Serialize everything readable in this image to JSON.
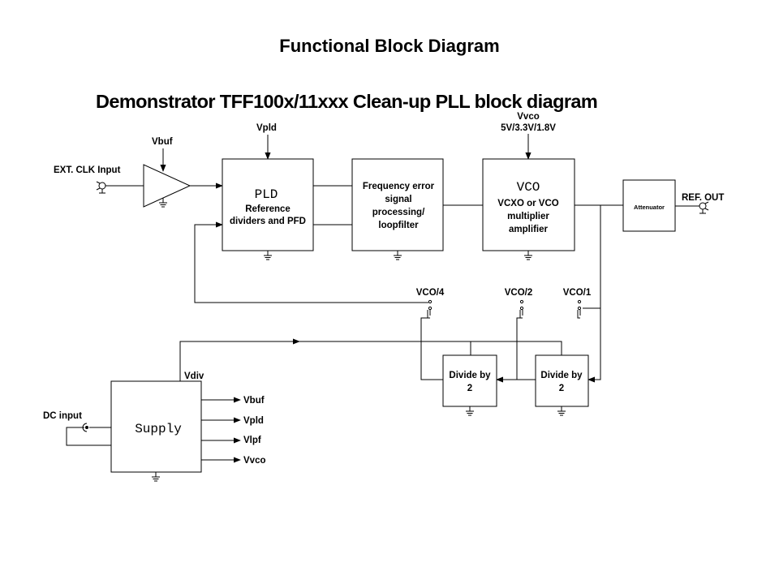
{
  "title": "Functional Block Diagram",
  "subtitle": "Demonstrator TFF100x/11xxx Clean-up PLL block diagram",
  "inputs": {
    "ext_clk": "EXT. CLK Input",
    "dc": "DC input"
  },
  "outputs": {
    "ref_out": "REF. OUT"
  },
  "rails": {
    "vbuf": "Vbuf",
    "vpld": "Vpld",
    "vvco": "Vvco",
    "vvco_values": "5V/3.3V/1.8V",
    "vdiv": "Vdiv"
  },
  "blocks": {
    "pld": {
      "name": "PLD",
      "lines": [
        "Reference",
        "dividers and PFD"
      ]
    },
    "freq": {
      "lines": [
        "Frequency error",
        "signal",
        "processing/",
        "loopfilter"
      ]
    },
    "vco": {
      "name": "VCO",
      "lines": [
        "VCXO or VCO",
        "multiplier",
        "amplifier"
      ]
    },
    "attenuator": "Attenuator",
    "div1": {
      "lines": [
        "Divide by",
        "2"
      ]
    },
    "div2": {
      "lines": [
        "Divide by",
        "2"
      ]
    },
    "supply": "Supply"
  },
  "switches": {
    "vco4": "VCO/4",
    "vco2": "VCO/2",
    "vco1": "VCO/1"
  },
  "supply_outputs": [
    "Vbuf",
    "Vpld",
    "Vlpf",
    "Vvco"
  ]
}
